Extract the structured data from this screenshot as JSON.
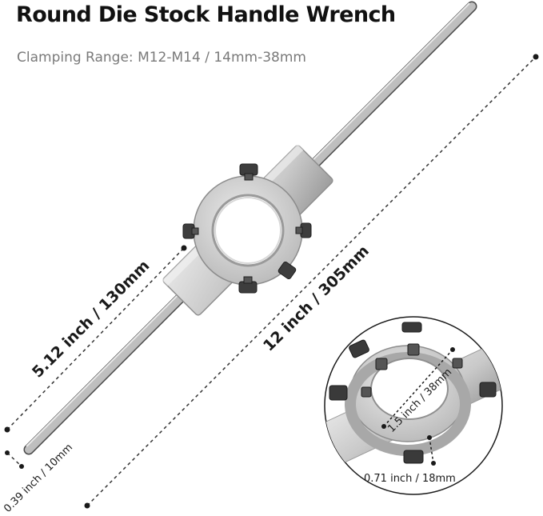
{
  "product": {
    "title": "Round Die Stock Handle Wrench",
    "subtitle": "Clamping Range: M12-M14 / 14mm-38mm"
  },
  "dimensions": {
    "handle_length": "5.12 inch / 130mm",
    "total_length": "12 inch / 305mm",
    "rod_diameter": "0.39 inch / 10mm",
    "ring_inner_diameter": "1.5 inch / 38mm",
    "ring_thickness": "0.71 inch / 18mm"
  }
}
